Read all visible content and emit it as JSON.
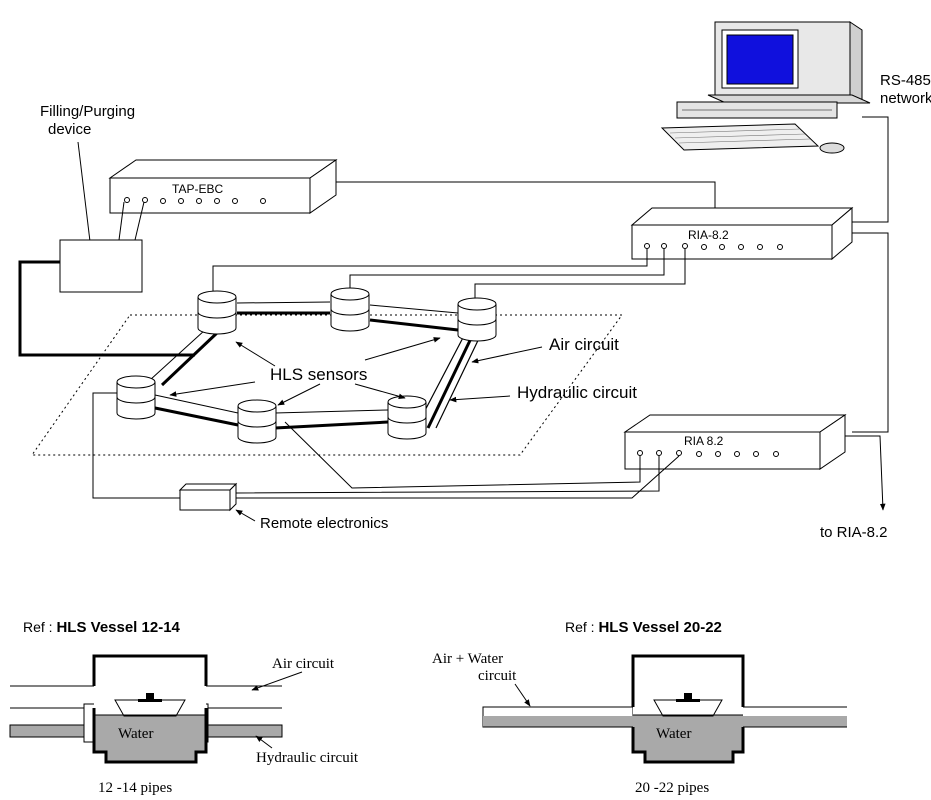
{
  "labels": {
    "filling_device": [
      "Filling/Purging",
      "device"
    ],
    "tap_ebc": "TAP-EBC",
    "rs485": [
      "RS-485",
      "network"
    ],
    "ria_top": "RIA-8.2",
    "ria_bottom": "RIA 8.2",
    "air_circuit": "Air circuit",
    "hls_sensors": "HLS sensors",
    "hydraulic_circuit": "Hydraulic circuit",
    "remote_electronics": "Remote electronics",
    "to_ria": "to RIA-8.2"
  },
  "vessel_left": {
    "ref_prefix": "Ref : ",
    "ref_name": "HLS Vessel 12-14",
    "air_circuit": "Air circuit",
    "water": "Water",
    "hydraulic_circuit": "Hydraulic circuit",
    "pipes": "12 -14 pipes"
  },
  "vessel_right": {
    "ref_prefix": "Ref : ",
    "ref_name": "HLS Vessel 20-22",
    "air_water": [
      "Air + Water",
      "circuit"
    ],
    "water": "Water",
    "pipes": "20 -22 pipes"
  },
  "colors": {
    "screen": "#1010dd",
    "water": "#a9a9a9",
    "line": "#000000"
  }
}
